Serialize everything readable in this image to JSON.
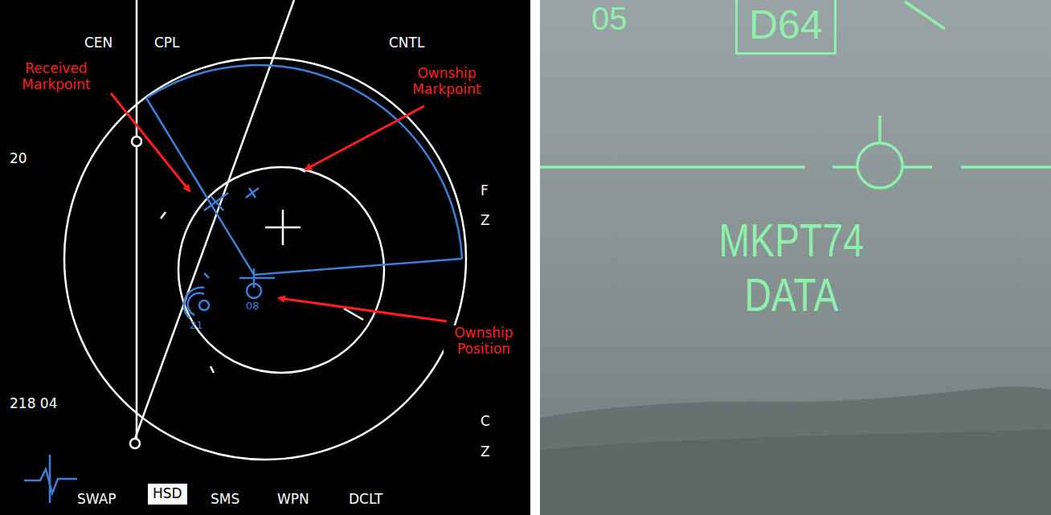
{
  "diagram": {
    "nodes": [
      {
        "text": [
          "HSD"
        ]
      },
      {
        "text": [
          "D64"
        ]
      }
    ],
    "labels": [
      "CEN",
      "CPL",
      "CNTL",
      "Received Markpoint",
      "Ownship Markpoint",
      "20",
      "F",
      "Z",
      "21",
      "08",
      "Ownship Position",
      "218 04",
      "C",
      "Z",
      "SWAP",
      "SMS",
      "WPN",
      "DCLT",
      "05",
      "MKPT74",
      "DATA"
    ]
  }
}
